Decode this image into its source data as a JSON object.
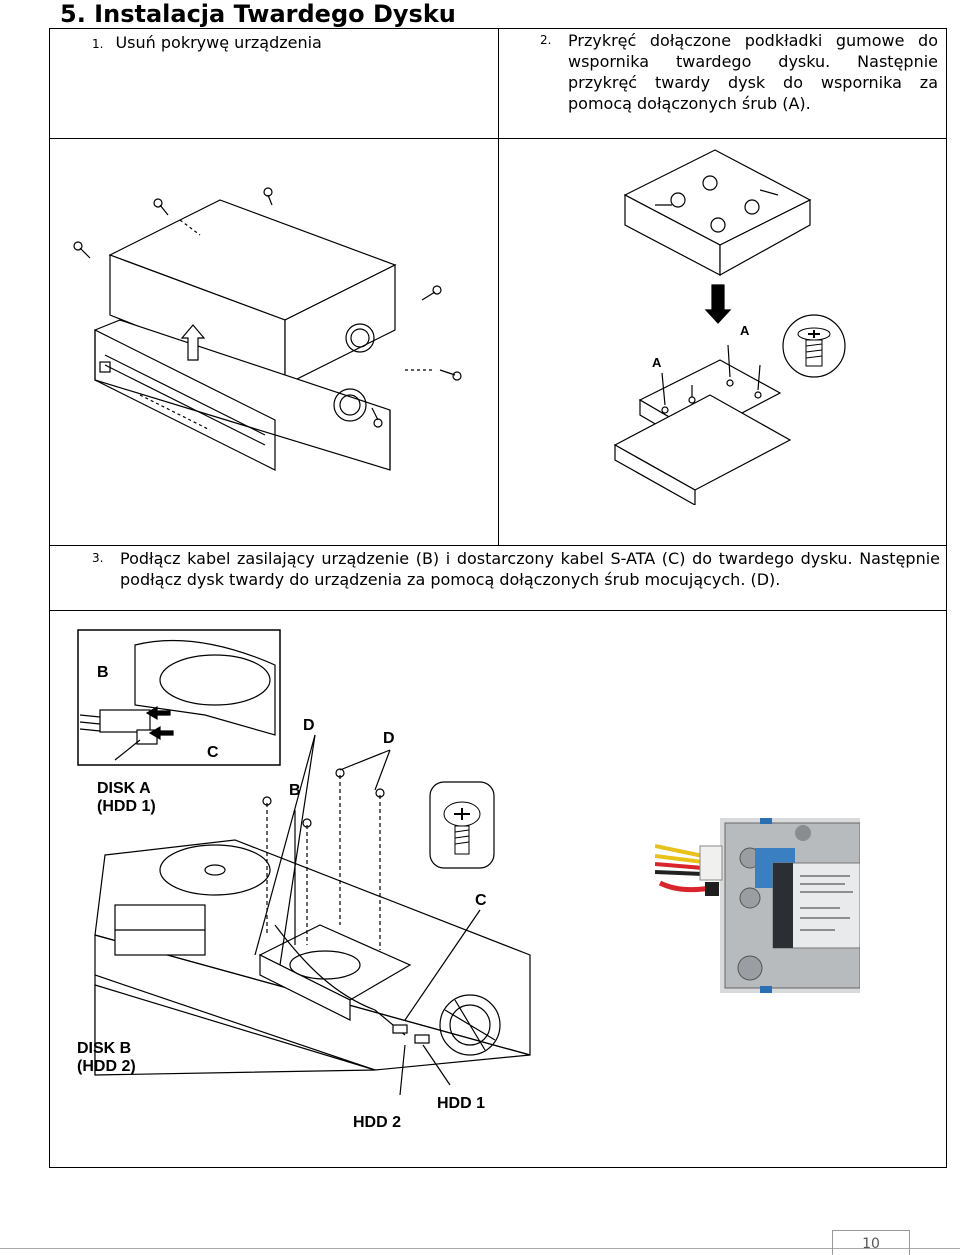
{
  "page": {
    "title": "5. Instalacja Twardego Dysku",
    "page_number": "10"
  },
  "steps": [
    {
      "number": "1.",
      "text": "Usuń pokrywę urządzenia"
    },
    {
      "number": "2.",
      "text": "Przykręć dołączone podkładki gumowe do wspornika twardego dysku. Następnie przykręć twardy dysk do wspornika za pomocą dołączonych śrub (A)."
    },
    {
      "number": "3.",
      "text": "Podłącz kabel zasilający urządzenie (B) i dostarczony kabel S-ATA (C) do twardego dysku. Następnie podłącz dysk twardy do urządzenia za pomocą dołączonych śrub mocujących. (D)."
    }
  ],
  "figure2_labels": {
    "a1": "A",
    "a2": "A"
  },
  "figure3_labels": {
    "b_inset": "B",
    "c_inset": "C",
    "d_left": "D",
    "d_right": "D",
    "disk_a_1": "DISK A",
    "disk_a_2": "(HDD 1)",
    "b_main": "B",
    "c_main": "C",
    "disk_b_1": "DISK B",
    "disk_b_2": "(HDD 2)",
    "hdd2": "HDD 2",
    "hdd1": "HDD 1"
  },
  "colors": {
    "line": "#000000",
    "photo_cable_red": "#d8242a",
    "photo_cable_yellow": "#e8c21a",
    "photo_label_blue": "#2a6fb3"
  }
}
